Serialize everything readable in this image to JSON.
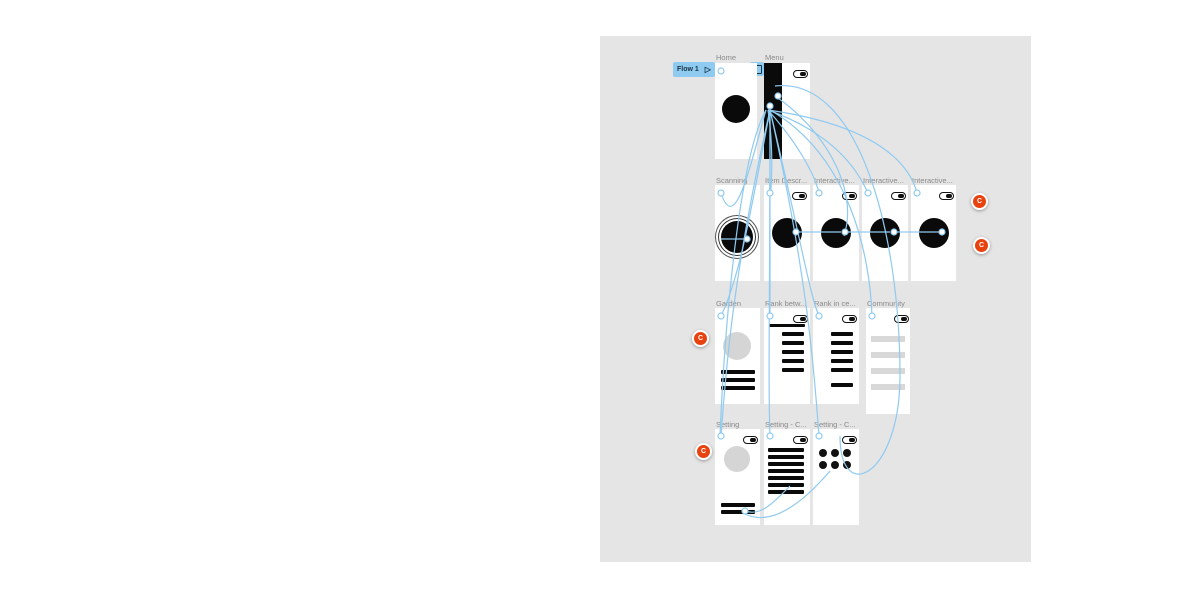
{
  "flow": {
    "label": "Flow 1"
  },
  "frames": [
    {
      "id": "home",
      "label": "Home"
    },
    {
      "id": "menu",
      "label": "Menu"
    },
    {
      "id": "scanning",
      "label": "Scanning"
    },
    {
      "id": "item-desc",
      "label": "Item Descr..."
    },
    {
      "id": "interactive1",
      "label": "Interactive..."
    },
    {
      "id": "interactive2",
      "label": "Interactive..."
    },
    {
      "id": "interactive3",
      "label": "Interactive..."
    },
    {
      "id": "garden",
      "label": "Garden"
    },
    {
      "id": "rank1",
      "label": "Rank betw..."
    },
    {
      "id": "rank2",
      "label": "Rank in ce..."
    },
    {
      "id": "community",
      "label": "Community"
    },
    {
      "id": "setting",
      "label": "Setting"
    },
    {
      "id": "setting2",
      "label": "Setting - C..."
    },
    {
      "id": "setting3",
      "label": "Setting - C..."
    }
  ],
  "comments": {
    "label": "C"
  },
  "colors": {
    "canvas": "#e5e5e5",
    "accent": "#8fcaf0",
    "comment": "#e8420f"
  }
}
